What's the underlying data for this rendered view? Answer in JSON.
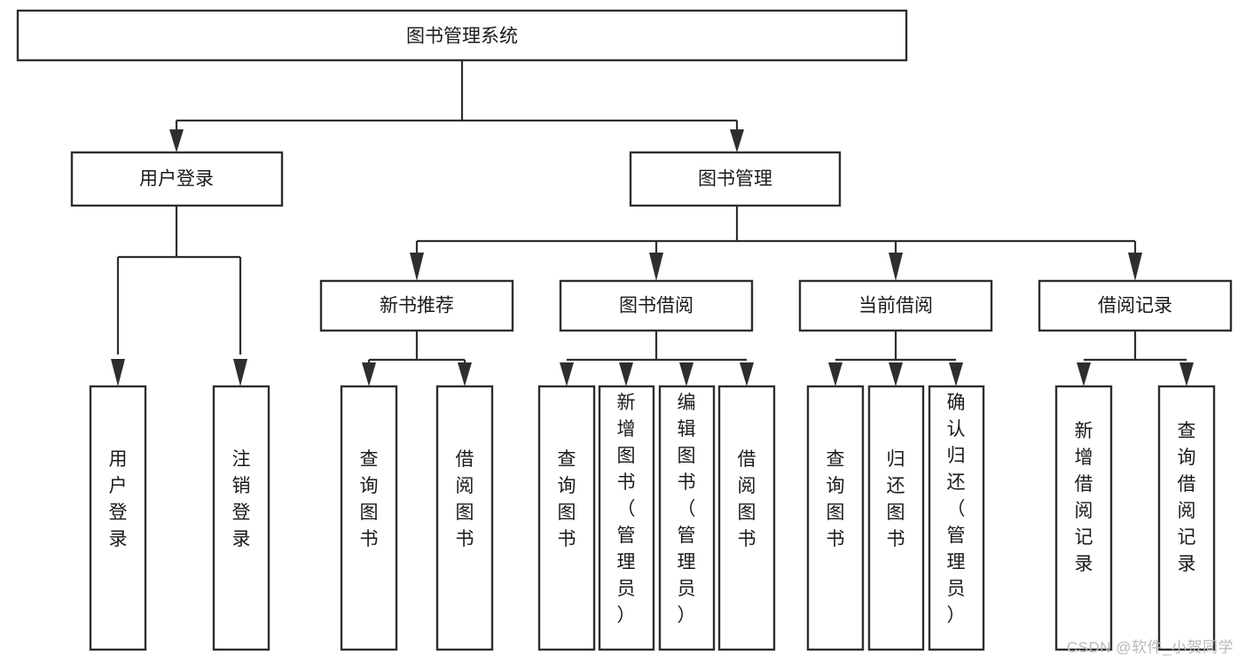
{
  "diagram": {
    "title": "图书管理系统",
    "type": "tree",
    "colors": {
      "box_fill": "#ffffff",
      "box_stroke": "#2e2e2e",
      "text": "#1a1a1a",
      "watermark": "#b9b9b9"
    },
    "levels": {
      "root": {
        "label": "图书管理系统"
      },
      "level2": [
        {
          "label": "用户登录"
        },
        {
          "label": "图书管理"
        }
      ],
      "level3": [
        {
          "label": "新书推荐"
        },
        {
          "label": "图书借阅"
        },
        {
          "label": "当前借阅"
        },
        {
          "label": "借阅记录"
        }
      ],
      "leaves": [
        {
          "label": "用户登录"
        },
        {
          "label": "注销登录"
        },
        {
          "label": "查询图书"
        },
        {
          "label": "借阅图书"
        },
        {
          "label": "查询图书"
        },
        {
          "label": "新增图书（管理员）"
        },
        {
          "label": "编辑图书（管理员）"
        },
        {
          "label": "借阅图书"
        },
        {
          "label": "查询图书"
        },
        {
          "label": "归还图书"
        },
        {
          "label": "确认归还（管理员）"
        },
        {
          "label": "新增借阅记录"
        },
        {
          "label": "查询借阅记录"
        }
      ]
    },
    "leaf_lines": {
      "leaf-0": [
        "用",
        "户",
        "登",
        "录"
      ],
      "leaf-1": [
        "注",
        "销",
        "登",
        "录"
      ],
      "leaf-2": [
        "查",
        "询",
        "图",
        "书"
      ],
      "leaf-3": [
        "借",
        "阅",
        "图",
        "书"
      ],
      "leaf-4": [
        "查",
        "询",
        "图",
        "书"
      ],
      "leaf-5": [
        "新",
        "增",
        "图",
        "书",
        "（",
        "管",
        "理",
        "员",
        "）"
      ],
      "leaf-6": [
        "编",
        "辑",
        "图",
        "书",
        "（",
        "管",
        "理",
        "员",
        "）"
      ],
      "leaf-7": [
        "借",
        "阅",
        "图",
        "书"
      ],
      "leaf-8": [
        "查",
        "询",
        "图",
        "书"
      ],
      "leaf-9": [
        "归",
        "还",
        "图",
        "书"
      ],
      "leaf-10": [
        "确",
        "认",
        "归",
        "还",
        "（",
        "管",
        "理",
        "员",
        "）"
      ],
      "leaf-11": [
        "新",
        "增",
        "借",
        "阅",
        "记",
        "录"
      ],
      "leaf-12": [
        "查",
        "询",
        "借",
        "阅",
        "记",
        "录"
      ]
    }
  },
  "watermark": {
    "text": "CSDN @软件_小贺同学"
  }
}
